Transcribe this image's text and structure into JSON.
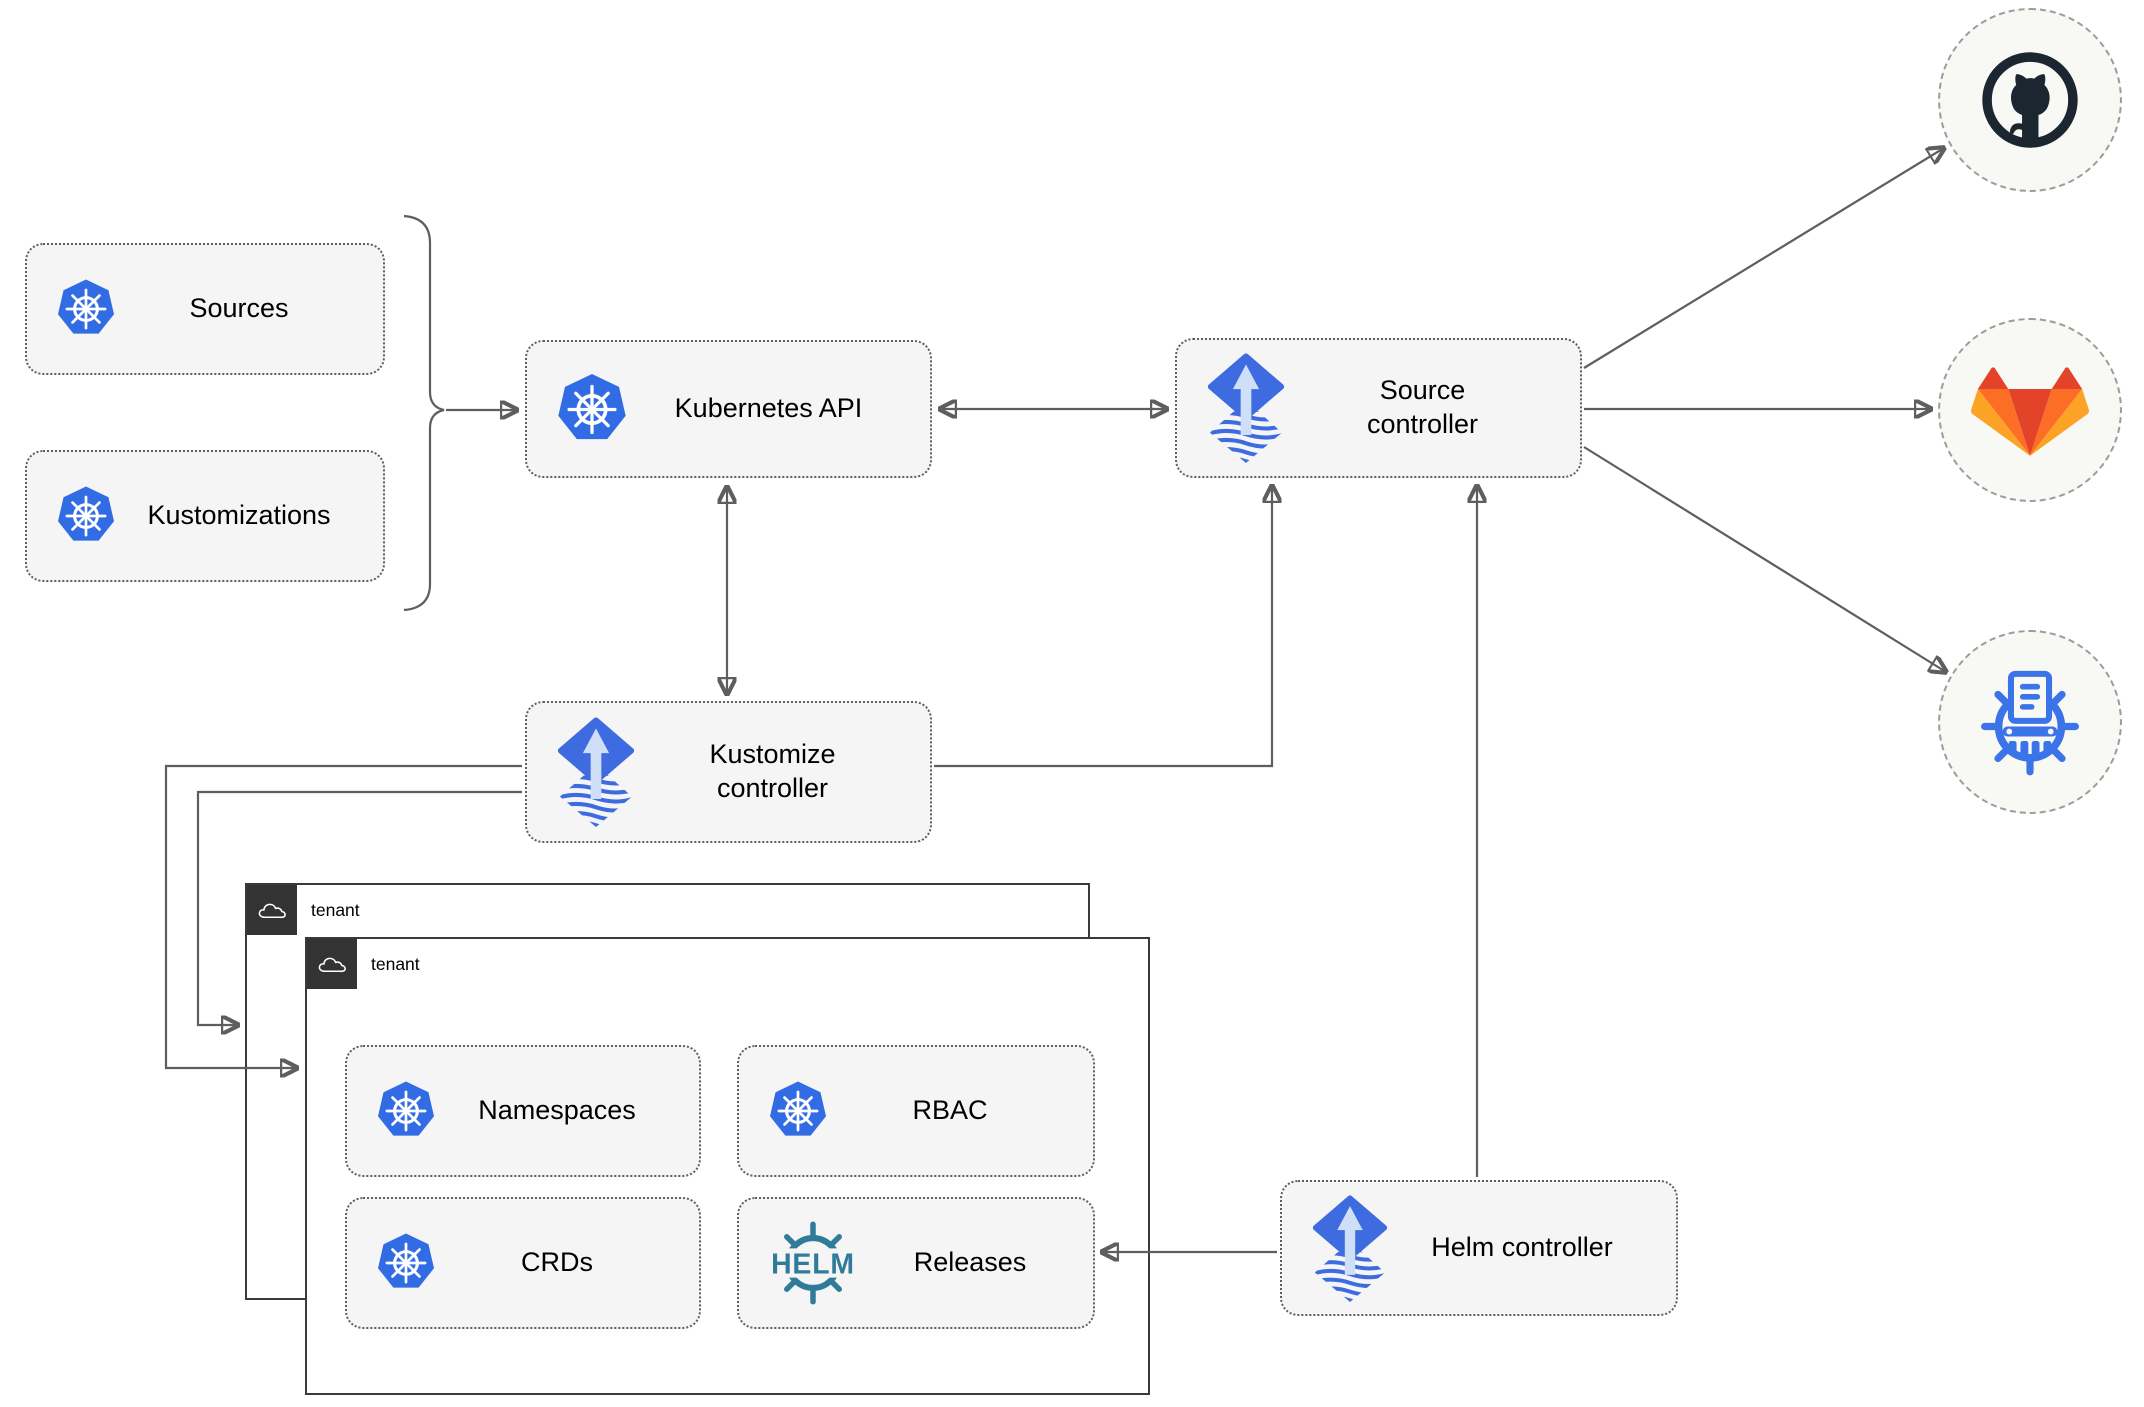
{
  "nodes": {
    "sources": {
      "label": "Sources",
      "icon": "kubernetes-icon"
    },
    "kustomizations": {
      "label": "Kustomizations",
      "icon": "kubernetes-icon"
    },
    "kubernetes_api": {
      "label": "Kubernetes API",
      "icon": "kubernetes-icon"
    },
    "source_controller": {
      "label": "Source controller",
      "icon": "flux-icon"
    },
    "kustomize_controller": {
      "label": "Kustomize controller",
      "icon": "flux-icon"
    },
    "helm_controller": {
      "label": "Helm controller",
      "icon": "flux-icon"
    },
    "namespaces": {
      "label": "Namespaces",
      "icon": "kubernetes-icon"
    },
    "rbac": {
      "label": "RBAC",
      "icon": "kubernetes-icon"
    },
    "crds": {
      "label": "CRDs",
      "icon": "kubernetes-icon"
    },
    "releases": {
      "label": "Releases",
      "icon": "helm-icon",
      "icon_text": "HELM"
    }
  },
  "containers": {
    "outer_tenant": {
      "label": "tenant",
      "icon": "cloud-icon"
    },
    "inner_tenant": {
      "label": "tenant",
      "icon": "cloud-icon"
    }
  },
  "endpoints": {
    "github": {
      "icon": "github-icon"
    },
    "gitlab": {
      "icon": "gitlab-icon"
    },
    "helm_repository": {
      "icon": "chartmuseum-icon"
    }
  },
  "connections": [
    {
      "from": "sources+kustomizations",
      "to": "kubernetes-api",
      "style": "arrow-with-brace"
    },
    {
      "from": "kubernetes-api",
      "to": "source-controller",
      "style": "double-arrow"
    },
    {
      "from": "kubernetes-api",
      "to": "kustomize-controller",
      "style": "double-arrow"
    },
    {
      "from": "kustomize-controller",
      "to": "source-controller",
      "style": "arrow"
    },
    {
      "from": "kustomize-controller",
      "to": "outer-tenant",
      "style": "arrow"
    },
    {
      "from": "kustomize-controller",
      "to": "inner-tenant",
      "style": "arrow"
    },
    {
      "from": "helm-controller",
      "to": "source-controller",
      "style": "arrow"
    },
    {
      "from": "helm-controller",
      "to": "releases",
      "style": "arrow"
    },
    {
      "from": "source-controller",
      "to": "github",
      "style": "arrow"
    },
    {
      "from": "source-controller",
      "to": "gitlab",
      "style": "arrow"
    },
    {
      "from": "source-controller",
      "to": "helm-repository",
      "style": "arrow"
    }
  ],
  "colors": {
    "kubernetes_blue": "#326ce5",
    "flux_blue": "#3e6ce0",
    "flux_arrow_light": "#cfdff8",
    "helm_teal": "#2f7b99",
    "github_dark": "#1b2631",
    "gitlab_red_orange": "#e24329",
    "gitlab_orange": "#fc6d26",
    "gitlab_light_orange": "#fca326",
    "chartmuseum_blue": "#3b73e8",
    "connector_gray": "#5e5e5e",
    "node_fill": "#f5f5f5",
    "node_border": "#5e5e5e",
    "tenant_border": "#3a3a3a",
    "tenant_header": "#333333",
    "endpoint_fill": "#f8f8f5"
  }
}
